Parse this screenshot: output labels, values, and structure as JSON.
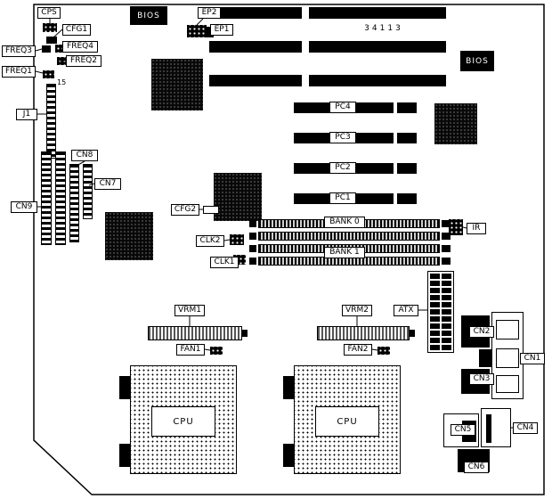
{
  "colors": {
    "line": "#000000",
    "background": "#ffffff",
    "component_fill": "#000000"
  },
  "board": {
    "part_number": "34113",
    "j1_pin": "15"
  },
  "chips": {
    "bios_top": "BIOS",
    "bios_right": "BIOS"
  },
  "sockets": {
    "cpu1": "CPU",
    "cpu2": "CPU"
  },
  "callouts": {
    "cps": "CPS",
    "cfg1": "CFG1",
    "freq3": "FREQ3",
    "freq4": "FREQ4",
    "freq2": "FREQ2",
    "freq1": "FREQ1",
    "j1": "J1",
    "cn8": "CN8",
    "cn7": "CN7",
    "cn9": "CN9",
    "ep2": "EP2",
    "ep1": "EP1",
    "cfg2": "CFG2",
    "pc4": "PC4",
    "pc3": "PC3",
    "pc2": "PC2",
    "pc1": "PC1",
    "bank0": "BANK 0",
    "bank1": "BANK 1",
    "clk2": "CLK2",
    "clk1": "CLK1",
    "ir": "IR",
    "vrm1": "VRM1",
    "vrm2": "VRM2",
    "atx": "ATX",
    "fan1": "FAN1",
    "fan2": "FAN2",
    "cn2": "CN2",
    "cn1": "CN1",
    "cn3": "CN3",
    "cn5": "CN5",
    "cn4": "CN4",
    "cn6": "CN6"
  }
}
